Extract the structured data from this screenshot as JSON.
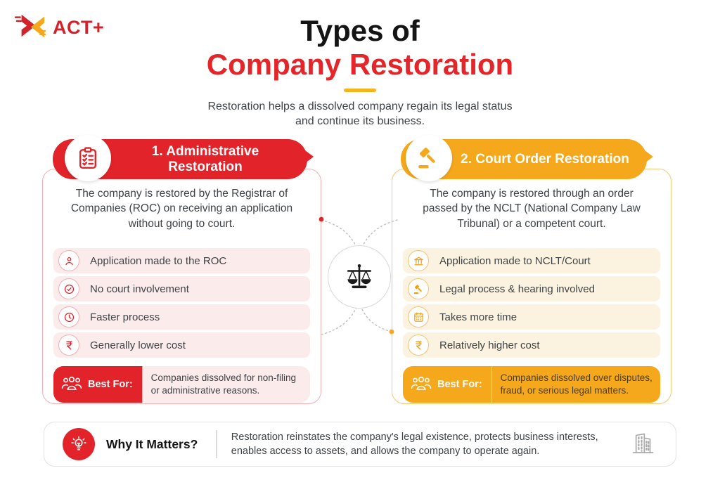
{
  "brand": {
    "logo_text": "ACT+",
    "logo_icon": "act-plus-logo-mark"
  },
  "header": {
    "title_line1": "Types of",
    "title_line2": "Company Restoration",
    "subtitle_line1": "Restoration helps a dissolved company regain its legal status",
    "subtitle_line2": "and continue its business."
  },
  "cards": [
    {
      "id": "administrative-restoration",
      "accent_color": "#E2232A",
      "header_icon": "clipboard-checklist-icon",
      "title": "1. Administrative Restoration",
      "description": "The company is restored by the Registrar of Companies (ROC) on receiving an application without going to court.",
      "features": [
        {
          "icon": "person-icon",
          "label": "Application made to the ROC"
        },
        {
          "icon": "check-circle-icon",
          "label": "No court involvement"
        },
        {
          "icon": "clock-icon",
          "label": "Faster process"
        },
        {
          "icon": "rupee-icon",
          "label": "Generally lower cost"
        }
      ],
      "best_for": {
        "icon": "people-group-icon",
        "label": "Best For:",
        "text": "Companies dissolved for non-filing or administrative reasons."
      }
    },
    {
      "id": "court-order-restoration",
      "accent_color": "#F5A81C",
      "header_icon": "gavel-icon",
      "title": "2. Court Order Restoration",
      "description": "The company is restored through an order passed by the NCLT (National Company Law Tribunal) or a competent court.",
      "features": [
        {
          "icon": "bank-icon",
          "label": "Application made to NCLT/Court"
        },
        {
          "icon": "gavel-icon",
          "label": "Legal process & hearing involved"
        },
        {
          "icon": "calendar-icon",
          "label": "Takes more time"
        },
        {
          "icon": "rupee-icon",
          "label": "Relatively higher cost"
        }
      ],
      "best_for": {
        "icon": "people-group-icon",
        "label": "Best For:",
        "text": "Companies dissolved over disputes, fraud, or serious legal matters."
      }
    }
  ],
  "center_divider": {
    "icon": "scales-of-justice-icon"
  },
  "footer": {
    "icon": "lightbulb-icon",
    "title": "Why It Matters?",
    "text": "Restoration reinstates the company's legal existence, protects business interests, enables access to assets, and allows the company to operate again.",
    "right_icon": "office-building-icon"
  },
  "colors": {
    "red": "#E2232A",
    "orange": "#F5A81C",
    "title_red": "#E42529",
    "underline_yellow": "#F5B31D",
    "row_pink": "#FBEBEB",
    "row_cream": "#FBF3DF"
  }
}
